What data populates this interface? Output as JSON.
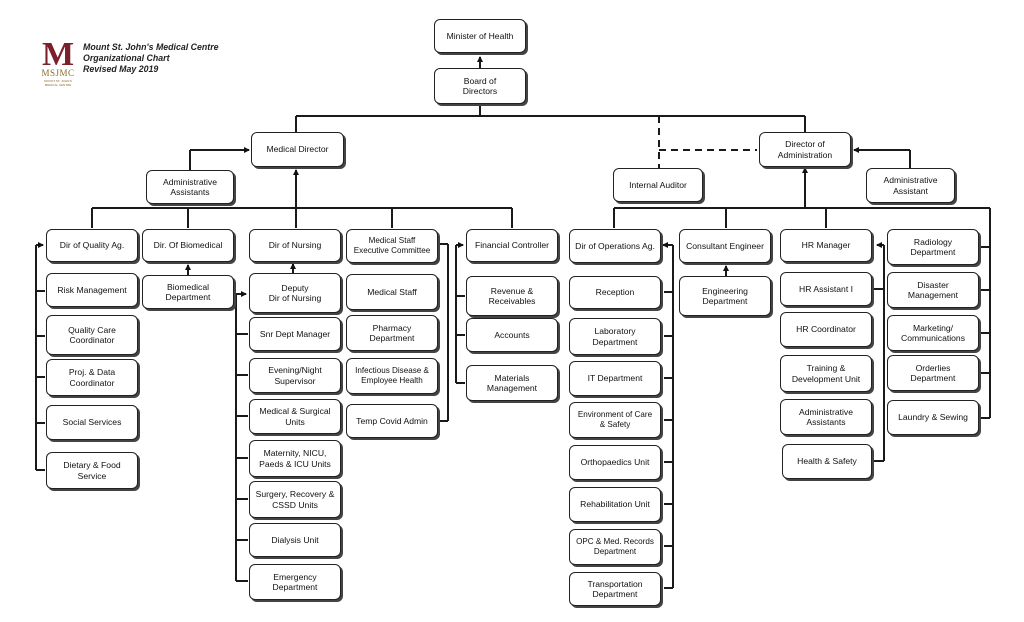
{
  "header": {
    "logo_letters": "MSJMC",
    "logo_small": "MOUNT ST. JOHN'S MEDICAL CENTRE",
    "title_line1": "Mount St. John's Medical Centre",
    "title_line2": "Organizational Chart",
    "title_line3": "Revised May 2019"
  },
  "top": {
    "minister": "Minister of Health",
    "board": "Board of\nDirectors",
    "medical_director": "Medical Director",
    "director_admin": "Director of\nAdministration",
    "internal_auditor": "Internal Auditor",
    "admin_assistants_md": "Administrative\nAssistants",
    "admin_assistant_da": "Administrative\nAssistant"
  },
  "quality": {
    "head": "Dir of Quality Ag.",
    "items": [
      "Risk Management",
      "Quality Care\nCoordinator",
      "Proj. & Data\nCoordinator",
      "Social Services",
      "Dietary & Food\nService"
    ]
  },
  "biomedical": {
    "head": "Dir. Of Biomedical",
    "items": [
      "Biomedical\nDepartment"
    ]
  },
  "nursing": {
    "head": "Dir of Nursing",
    "deputy": "Deputy\nDir of Nursing",
    "items": [
      "Snr Dept Manager",
      "Evening/Night\nSupervisor",
      "Medical & Surgical\nUnits",
      "Maternity, NICU,\nPaeds & ICU Units",
      "Surgery, Recovery &\nCSSD Units",
      "Dialysis Unit",
      "Emergency\nDepartment"
    ]
  },
  "medstaff": {
    "head": "Medical Staff\nExecutive Committee",
    "items": [
      "Medical Staff",
      "Pharmacy\nDepartment",
      "Infectious Disease &\nEmployee Health",
      "Temp Covid Admin"
    ]
  },
  "finance": {
    "head": "Financial Controller",
    "items": [
      "Revenue &\nReceivables",
      "Accounts",
      "Materials\nManagement"
    ]
  },
  "operations": {
    "head": "Dir of Operations Ag.",
    "items": [
      "Reception",
      "Laboratory\nDepartment",
      "IT Department",
      "Environment of Care\n& Safety",
      "Orthopaedics Unit",
      "Rehabilitation Unit",
      "OPC & Med. Records\nDepartment",
      "Transportation\nDepartment"
    ]
  },
  "engineering": {
    "head": "Consultant Engineer",
    "items": [
      "Engineering\nDepartment"
    ]
  },
  "hr": {
    "head": "HR Manager",
    "items": [
      "HR Assistant I",
      "HR Coordinator",
      "Training &\nDevelopment Unit",
      "Administrative\nAssistants",
      "Health & Safety"
    ]
  },
  "support": {
    "items": [
      "Radiology\nDepartment",
      "Disaster\nManagement",
      "Marketing/\nCommunications",
      "Orderlies\nDepartment",
      "Laundry & Sewing"
    ]
  }
}
